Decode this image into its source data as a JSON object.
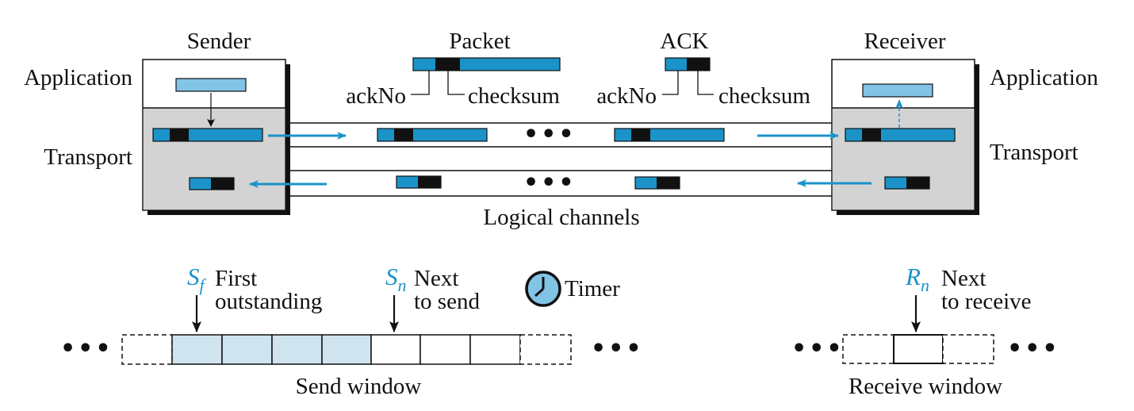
{
  "labels": {
    "sender": "Sender",
    "receiver": "Receiver",
    "packet": "Packet",
    "ack": "ACK",
    "application_left": "Application",
    "application_right": "Application",
    "transport_left": "Transport",
    "transport_right": "Transport",
    "packet_ackno": "ackNo",
    "packet_checksum": "checksum",
    "ack_ackno": "ackNo",
    "ack_checksum": "checksum",
    "logical_channels": "Logical channels",
    "timer": "Timer",
    "send_window": "Send window",
    "receive_window": "Receive window",
    "sf_letter": "S",
    "sf_sub": "f",
    "sf_line1": "First",
    "sf_line2": "outstanding",
    "sn_letter": "S",
    "sn_sub": "n",
    "sn_line1": "Next",
    "sn_line2": "to send",
    "rn_letter": "R",
    "rn_sub": "n",
    "rn_line1": "Next",
    "rn_line2": "to receive",
    "ellipsis": "•••"
  },
  "colors": {
    "blue": "#1b93c9",
    "light_blue": "#cfe4ef",
    "app_blue": "#82c4e6",
    "gray": "#d3d3d3",
    "black": "#111111"
  }
}
